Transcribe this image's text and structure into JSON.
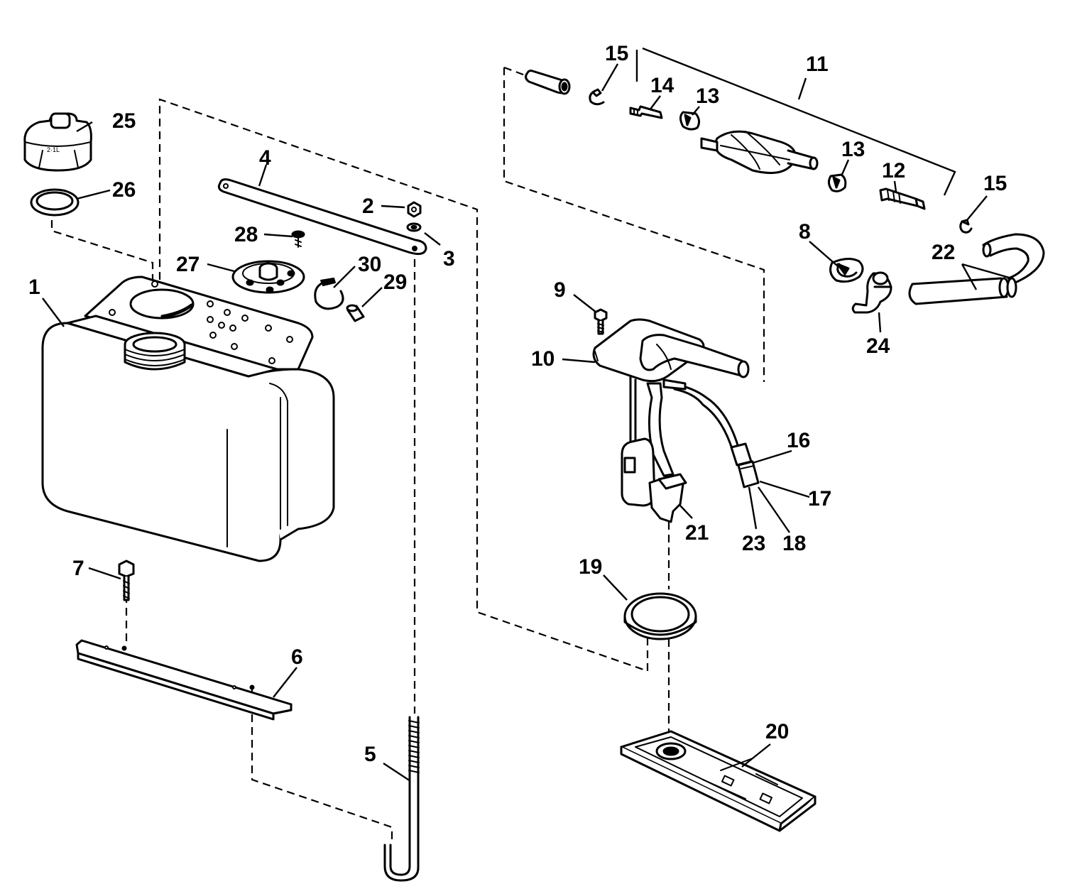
{
  "colors": {
    "line": "#000000",
    "background": "#ffffff"
  },
  "callouts": {
    "c1": "1",
    "c2": "2",
    "c3": "3",
    "c4": "4",
    "c5": "5",
    "c6": "6",
    "c7": "7",
    "c8": "8",
    "c9": "9",
    "c10": "10",
    "c11": "11",
    "c12": "12",
    "c13a": "13",
    "c13b": "13",
    "c14": "14",
    "c15a": "15",
    "c15b": "15",
    "c16": "16",
    "c17": "17",
    "c18": "18",
    "c19": "19",
    "c20": "20",
    "c21": "21",
    "c22": "22",
    "c23": "23",
    "c24": "24",
    "c25": "25",
    "c26": "26",
    "c27": "27",
    "c28": "28",
    "c29": "29",
    "c30": "30"
  }
}
